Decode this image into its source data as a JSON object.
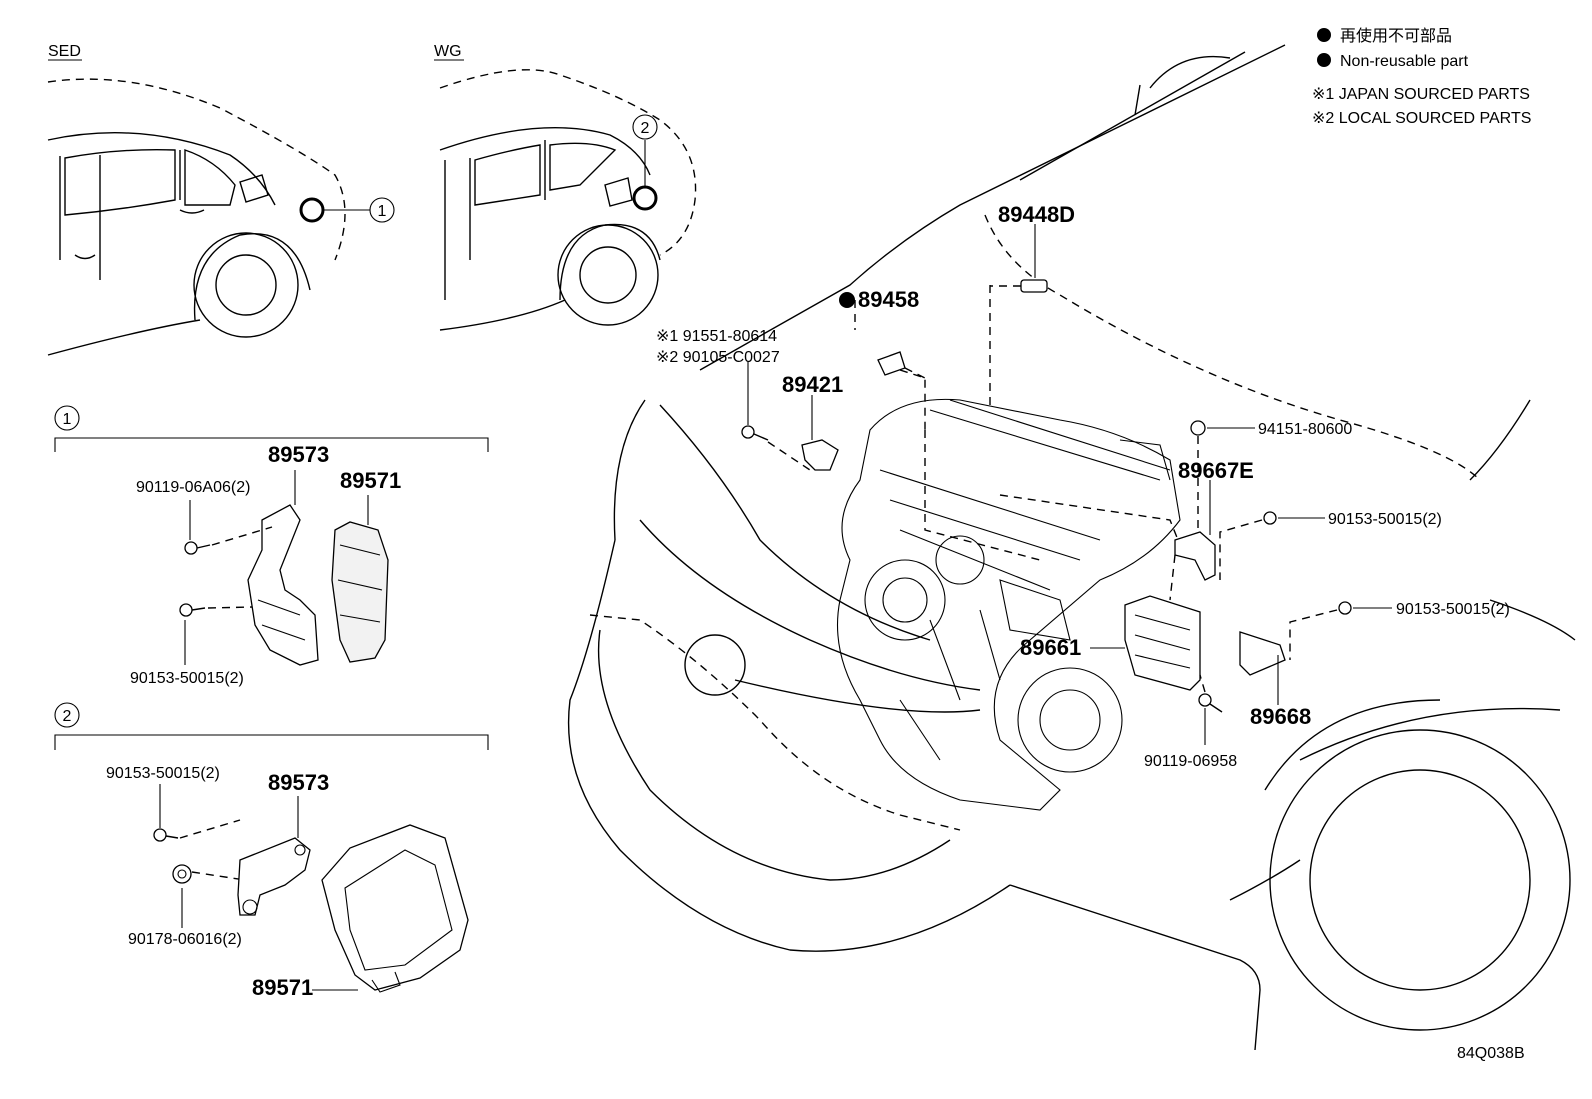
{
  "legend": {
    "line1": "再使用不可部品",
    "line2": "Non-reusable part",
    "note1": "※1 JAPAN SOURCED PARTS",
    "note2": "※2 LOCAL SOURCED PARTS"
  },
  "views": {
    "sedan": "SED",
    "wagon": "WG"
  },
  "callouts": {
    "c1": "1",
    "c2": "2"
  },
  "section1": {
    "marker": "1",
    "p89573": "89573",
    "p89571": "89571",
    "p9011906A06": "90119-06A06(2)",
    "p9015350015": "90153-50015(2)"
  },
  "section2": {
    "marker": "2",
    "p9015350015": "90153-50015(2)",
    "p89573": "89573",
    "p9017806016": "90178-06016(2)",
    "p89571": "89571"
  },
  "main": {
    "p89448D": "89448D",
    "p89458": "89458",
    "p91551": "※1 91551-80614",
    "p90105": "※2 90105-C0027",
    "p89421": "89421",
    "p9415180600": "94151-80600",
    "p89667E": "89667E",
    "p90153a": "90153-50015(2)",
    "p90153b": "90153-50015(2)",
    "p89661": "89661",
    "p89668": "89668",
    "p9011906958": "90119-06958"
  },
  "figure_code": "84Q038B"
}
